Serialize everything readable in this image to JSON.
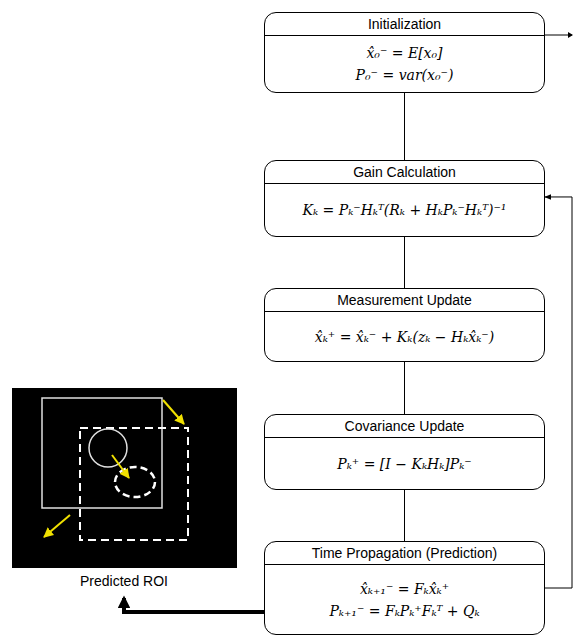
{
  "diagram": {
    "nodes": [
      {
        "text": [
          "Initialization",
          "x̂₀⁻ = E[x₀]",
          "P₀⁻ = var(x₀⁻)"
        ]
      },
      {
        "text": [
          "Gain Calculation",
          "Kₖ = Pₖ⁻Hₖᵀ(Rₖ + HₖPₖ⁻Hₖᵀ)⁻¹"
        ]
      },
      {
        "text": [
          "Measurement Update",
          "x̂ₖ⁺ = x̂ₖ⁻ + Kₖ(zₖ − Hₖx̂ₖ⁻)"
        ]
      },
      {
        "text": [
          "Covariance Update",
          "Pₖ⁺ = [I − KₖHₖ]Pₖ⁻"
        ]
      },
      {
        "text": [
          "Time Propagation (Prediction)",
          "x̂ₖ₊₁⁻ = Fₖx̂ₖ⁺",
          "Pₖ₊₁⁻ = FₖPₖ⁺Fₖᵀ + Qₖ"
        ]
      }
    ],
    "edges": [
      {
        "from": 0,
        "to": 1,
        "arrow": "none"
      },
      {
        "from": 1,
        "to": 2,
        "arrow": "none"
      },
      {
        "from": 2,
        "to": 3,
        "arrow": "none"
      },
      {
        "from": 3,
        "to": 4,
        "arrow": "none"
      },
      {
        "from": 4,
        "to": 1,
        "arrow": "to"
      }
    ],
    "labels": [
      "Predicted ROI"
    ]
  }
}
